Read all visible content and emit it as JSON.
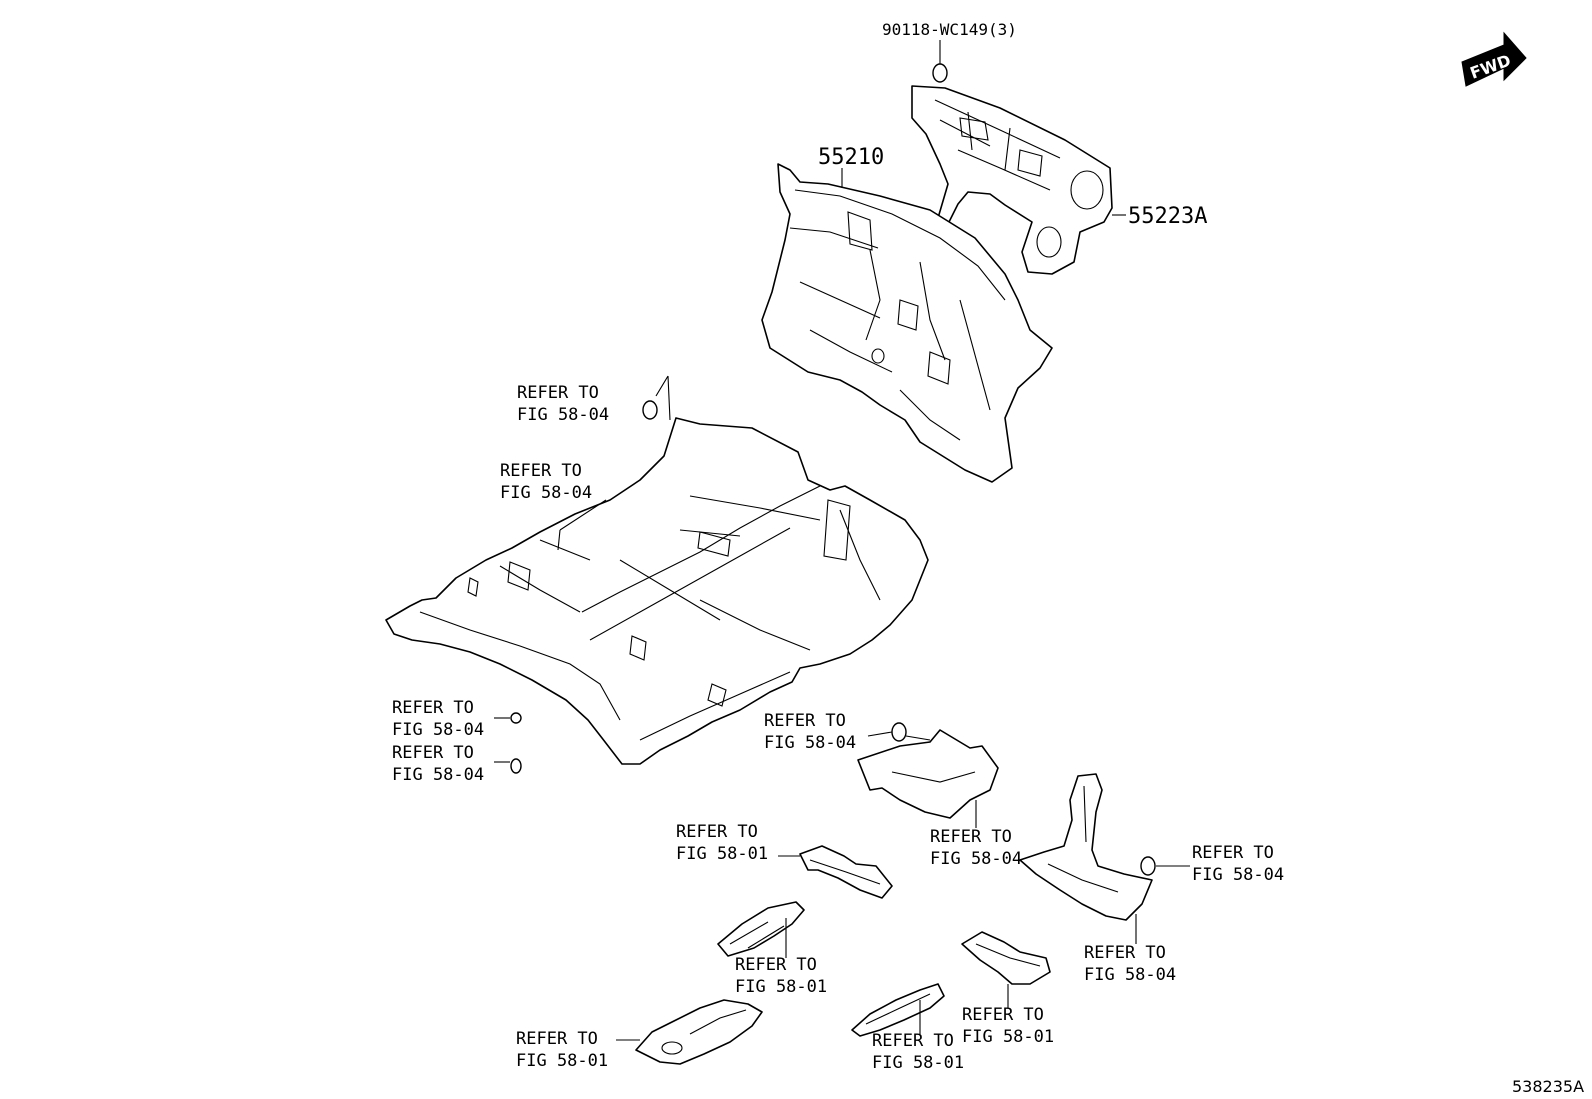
{
  "fwd_badge": "FWD",
  "figure_id": "538235A",
  "parts": {
    "dash_insulator": "55210",
    "dash_silencer": "55223A",
    "clip": "90118-WC149(3)"
  },
  "callouts": [
    {
      "line1": "REFER TO",
      "line2": "FIG 58-04"
    },
    {
      "line1": "REFER TO",
      "line2": "FIG 58-04"
    },
    {
      "line1": "REFER TO",
      "line2": "FIG 58-04"
    },
    {
      "line1": "REFER TO",
      "line2": "FIG 58-04"
    },
    {
      "line1": "REFER TO",
      "line2": "FIG 58-04"
    },
    {
      "line1": "REFER TO",
      "line2": "FIG 58-04"
    },
    {
      "line1": "REFER TO",
      "line2": "FIG 58-04"
    },
    {
      "line1": "REFER TO",
      "line2": "FIG 58-04"
    },
    {
      "line1": "REFER TO",
      "line2": "FIG 58-01"
    },
    {
      "line1": "REFER TO",
      "line2": "FIG 58-01"
    },
    {
      "line1": "REFER TO",
      "line2": "FIG 58-01"
    },
    {
      "line1": "REFER TO",
      "line2": "FIG 58-01"
    },
    {
      "line1": "REFER TO",
      "line2": "FIG 58-01"
    }
  ]
}
